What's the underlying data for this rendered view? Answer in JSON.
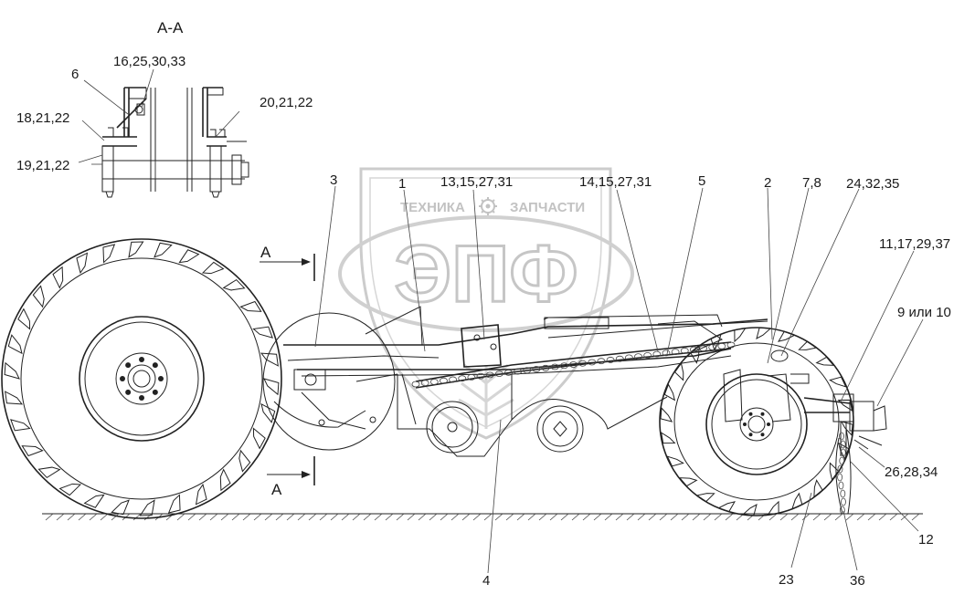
{
  "section_title": "А-А",
  "section_marker": "А",
  "watermark": {
    "brand": "ЭПФ",
    "left_word": "ТЕХНИКА",
    "right_word": "ЗАПЧАСТИ"
  },
  "callouts": {
    "c6": "6",
    "c16_25_30_33": "16,25,30,33",
    "c18_21_22": "18,21,22",
    "c20_21_22": "20,21,22",
    "c19_21_22": "19,21,22",
    "c3": "3",
    "c1": "1",
    "c13_15_27_31": "13,15,27,31",
    "c14_15_27_31": "14,15,27,31",
    "c5": "5",
    "c2": "2",
    "c7_8": "7,8",
    "c24_32_35": "24,32,35",
    "c11_17_29_37": "11,17,29,37",
    "c9_or_10": "9 или 10",
    "c26_28_34": "26,28,34",
    "c12": "12",
    "c23": "23",
    "c36": "36",
    "c4": "4"
  }
}
